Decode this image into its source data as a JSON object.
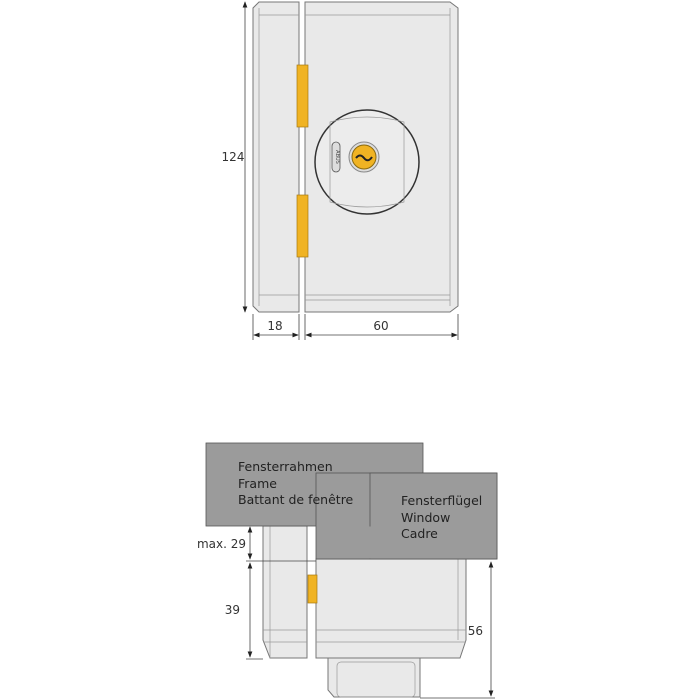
{
  "front_view": {
    "dimensions": {
      "height": "124",
      "frame_width": "18",
      "body_width": "60"
    },
    "brand": "ABUS"
  },
  "side_view": {
    "frame_label": [
      "Fensterrahmen",
      "Frame",
      "Battant de fenêtre"
    ],
    "window_label": [
      "Fensterflügel",
      "Window",
      "Cadre"
    ],
    "dimensions": {
      "gap": "max. 29",
      "frame_depth": "39",
      "body_depth": "56"
    }
  },
  "colors": {
    "latch": "#f0b323",
    "label_box": "#9b9b9b",
    "body": "#e9e9e9"
  }
}
